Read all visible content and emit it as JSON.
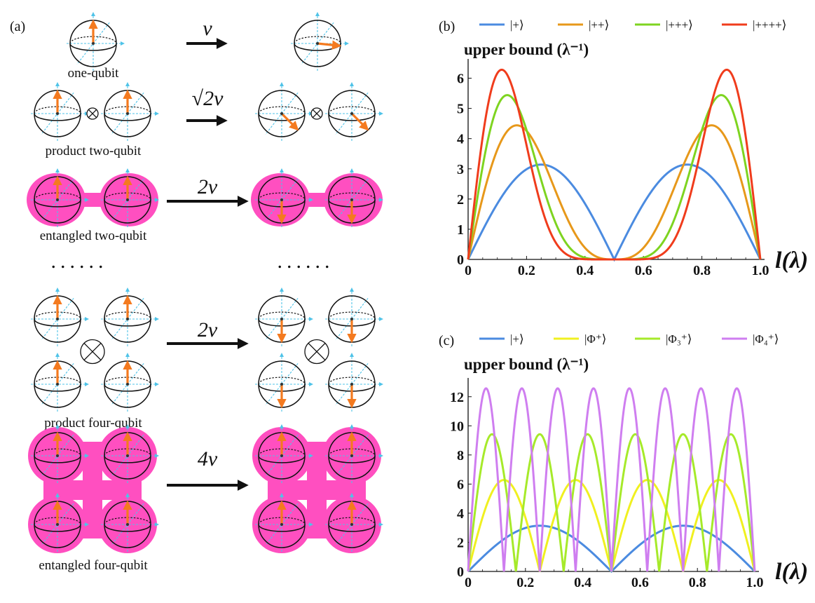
{
  "panel_a": {
    "label": "(a)",
    "rows": [
      {
        "caption": "one-qubit",
        "rate": "v",
        "entangled": false,
        "layout": "single",
        "before": [
          0
        ],
        "after": [
          90
        ]
      },
      {
        "caption": "product two-qubit",
        "rate": "√2v",
        "entangled": false,
        "layout": "pair",
        "before": [
          0,
          0
        ],
        "after": [
          135,
          135
        ]
      },
      {
        "caption": "entangled two-qubit",
        "rate": "2v",
        "entangled": true,
        "layout": "pair",
        "before": [
          0,
          0
        ],
        "after": [
          180,
          180
        ]
      },
      {
        "caption": "product four-qubit",
        "rate": "2v",
        "entangled": false,
        "layout": "quad",
        "before": [
          0,
          0,
          0,
          0
        ],
        "after": [
          180,
          180,
          180,
          180
        ]
      },
      {
        "caption": "entangled four-qubit",
        "rate": "4v",
        "entangled": true,
        "layout": "quad",
        "before": [
          0,
          0,
          0,
          0
        ],
        "after": [
          0,
          0,
          0,
          0
        ]
      }
    ],
    "ellipsis": "......",
    "colors": {
      "arrow": "#f47a1f",
      "glow": "#ff4fc0",
      "axes": "#4fc3e8",
      "sphere": "#111111"
    }
  },
  "chart_data": [
    {
      "type": "line",
      "panel_label": "(b)",
      "ylabel": "upper bound (λ⁻¹)",
      "xlabel": "l(λ)",
      "xlim": [
        0,
        1
      ],
      "ylim": [
        0,
        6.5
      ],
      "x_ticks": [
        "0",
        "0.2",
        "0.4",
        "0.6",
        "0.8",
        "1.0"
      ],
      "y_ticks": [
        "0",
        "1",
        "2",
        "3",
        "4",
        "5",
        "6"
      ],
      "grid": false,
      "legend_position": "top",
      "series": [
        {
          "name": "|+⟩",
          "color": "#4b8be0",
          "n": 1,
          "peak": 3.14
        },
        {
          "name": "|++⟩",
          "color": "#e7981a",
          "n": 2,
          "peak": 4.44
        },
        {
          "name": "|+++⟩",
          "color": "#7ed420",
          "n": 3,
          "peak": 5.44
        },
        {
          "name": "|++++⟩",
          "color": "#f03c1c",
          "n": 4,
          "peak": 6.28
        }
      ]
    },
    {
      "type": "line",
      "panel_label": "(c)",
      "ylabel": "upper bound (λ⁻¹)",
      "xlabel": "l(λ)",
      "xlim": [
        0,
        1
      ],
      "ylim": [
        0,
        13
      ],
      "x_ticks": [
        "0",
        "0.2",
        "0.4",
        "0.6",
        "0.8",
        "1.0"
      ],
      "y_ticks": [
        "0",
        "2",
        "4",
        "6",
        "8",
        "10",
        "12"
      ],
      "grid": false,
      "legend_position": "top",
      "series": [
        {
          "name": "|+⟩",
          "color": "#4b8be0",
          "lobes": 2,
          "peak": 3.14
        },
        {
          "name": "|Φ⁺⟩",
          "color": "#f0f020",
          "lobes": 4,
          "peak": 6.28
        },
        {
          "name": "|Φ₃⁺⟩",
          "color": "#a6ea2a",
          "lobes": 6,
          "peak": 9.42
        },
        {
          "name": "|Φ₄⁺⟩",
          "color": "#cf7ef0",
          "lobes": 8,
          "peak": 12.57
        }
      ]
    }
  ]
}
